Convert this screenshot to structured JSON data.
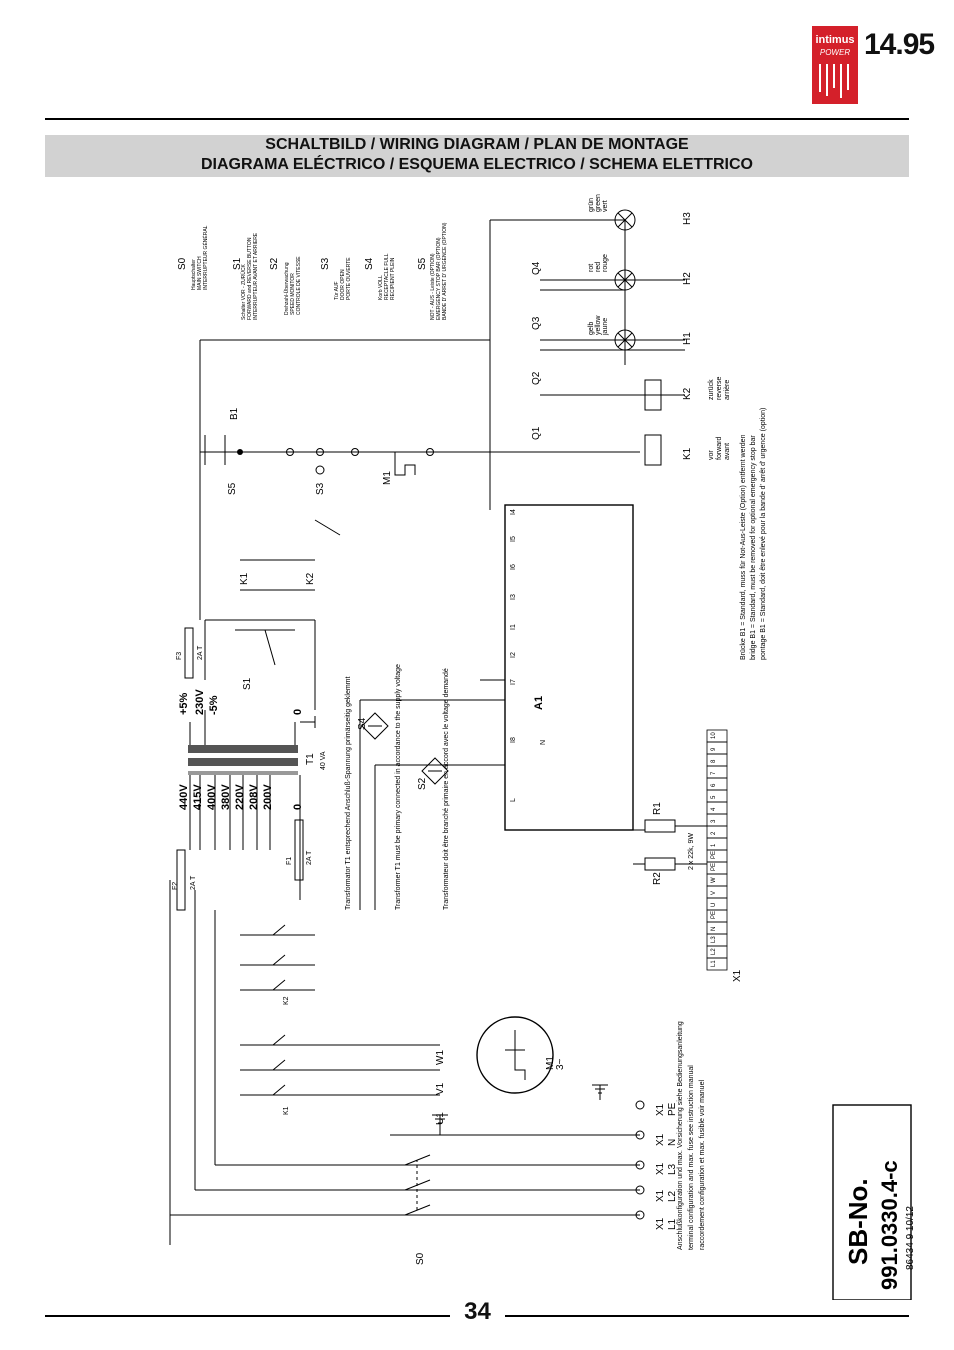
{
  "header": {
    "logo_brand": "intimus",
    "logo_sub": "POWER",
    "doc_number": "14.95"
  },
  "title": {
    "line1": "SCHALTBILD / WIRING DIAGRAM / PLAN DE MONTAGE",
    "line2": "DIAGRAMA ELÉCTRICO / ESQUEMA ELECTRICO / SCHEMA ELETTRICO"
  },
  "page_number": "34",
  "diagram": {
    "sb_label": "SB-No.",
    "sb_number": "991.0330.4-c",
    "code": "86434 9 10/12",
    "legend": {
      "s0": {
        "id": "S0",
        "de": "Hauptschalter",
        "en": "MAIN SWITCH",
        "fr": "INTERRUPTEUR GÉNÉRAL"
      },
      "s1": {
        "id": "S1",
        "de": "Schalter VOR - ZURÜCK",
        "en": "FORWARD and REVERSE BUTTON",
        "fr": "INTERRUPTEUR AVANT ET ARRIERE"
      },
      "s2": {
        "id": "S2",
        "de": "Drehzahl-Überwachung",
        "en": "SPEED MONITOR",
        "fr": "CONTROLE DE VITESSE"
      },
      "s3": {
        "id": "S3",
        "de": "Tür AUF",
        "en": "DOOR OPEN",
        "fr": "PORTE OUVERTE"
      },
      "s4": {
        "id": "S4",
        "de": "Korb VOLL",
        "en": "RECEPTACLE FULL",
        "fr": "RECIPIENT PLEIN"
      },
      "s5": {
        "id": "S5",
        "de": "NOT - AUS - Leiste (OPTION)",
        "en": "EMERGENCY STOP BAR (OPTION)",
        "fr": "BANDE D' ARRET D' URGENCE (OPTION)"
      }
    },
    "lamps": {
      "h1": {
        "id": "H1",
        "de": "gelb",
        "en": "yellow",
        "fr": "jaune"
      },
      "h2": {
        "id": "H2",
        "de": "rot",
        "en": "red",
        "fr": "rouge"
      },
      "h3": {
        "id": "H3",
        "de": "grün",
        "en": "green",
        "fr": "vert"
      }
    },
    "contactors": {
      "k1": {
        "id": "K1",
        "de": "vor",
        "en": "forward",
        "fr": "avant"
      },
      "k2": {
        "id": "K2",
        "de": "zurück",
        "en": "reverse",
        "fr": "arrière"
      }
    },
    "transformer": {
      "id": "T1",
      "rating": "40 VA",
      "primary_taps": [
        "440V",
        "415V",
        "400V",
        "380V",
        "220V",
        "208V",
        "200V",
        "0"
      ],
      "secondary_taps": [
        "+5%",
        "230V",
        "-5%",
        "0"
      ],
      "note_de": "Transformator T1 entsprechend Anschluß-Spannung primärseitig geklemmt",
      "note_en": "Transformer T1 must be primary connected in accordance to the supply voltage",
      "note_fr": "Transformateur doit être branché primaire en accord avec le voltage demandé"
    },
    "fuses": {
      "f1": "F1",
      "f2": "F2",
      "f3": "F3",
      "rating": "2A T"
    },
    "resistors": {
      "r1": "R1",
      "r2": "R2",
      "spec": "2 x 22k, 9W"
    },
    "board": {
      "id": "A1",
      "pins": [
        "L",
        "N",
        "I8",
        "I7",
        "I2",
        "I1",
        "I3",
        "I6",
        "I5",
        "I4"
      ],
      "outputs": [
        "Q1",
        "Q2",
        "Q3",
        "Q4"
      ]
    },
    "motor": {
      "id": "M1",
      "phase": "3~",
      "terminals": [
        "U1",
        "V1",
        "W1"
      ]
    },
    "terminal_strip": {
      "id": "X1",
      "row_top": [
        "L1",
        "L2",
        "L3",
        "N",
        "PE",
        "U",
        "V",
        "W",
        "PE",
        "PE",
        "1",
        "2",
        "3",
        "4",
        "5",
        "6",
        "7",
        "8",
        "9",
        "10"
      ]
    },
    "supply_terminals": [
      {
        "x": "X1",
        "name": "L1"
      },
      {
        "x": "X1",
        "name": "L2"
      },
      {
        "x": "X1",
        "name": "L3"
      },
      {
        "x": "X1",
        "name": "N"
      },
      {
        "x": "X1",
        "name": "PE"
      }
    ],
    "supply_note": {
      "de": "Anschlußkonfiguration und max. Vorsicherung siehe Bedienungsanleitung",
      "en": "terminal configuration and max. fuse see instruction manual",
      "fr": "raccordement configuration et max. fusible voir manuel"
    },
    "bridge_note": {
      "de": "Brücke   B1 = Standard, muss für Not-Aus-Leiste (Option) entfernt werden",
      "en": "bridge    B1 = Standard, must be removed for optional emergency stop bar",
      "fr": "pontage B1 = Standard, doit être enlevé pour la bande d' arrêt d' urgence (option)"
    }
  }
}
